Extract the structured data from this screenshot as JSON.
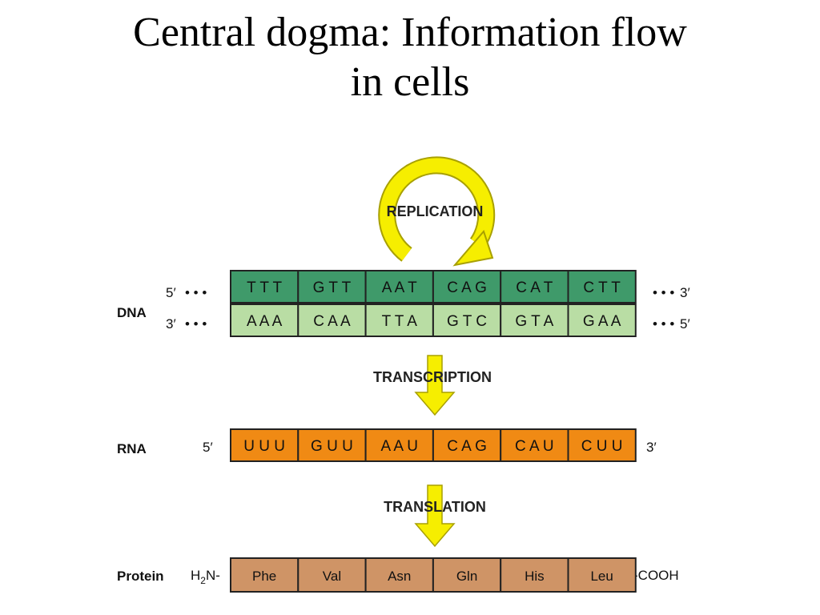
{
  "title": {
    "line1": "Central dogma: Information flow",
    "line2": "in cells"
  },
  "stages": {
    "replication": "REPLICATION",
    "transcription": "TRANSCRIPTION",
    "translation": "TRANSLATION"
  },
  "dna": {
    "label": "DNA",
    "top_strand": {
      "left_end": "5′",
      "right_end": "3′",
      "dots": "• • •",
      "codons": [
        "T T T",
        "G T T",
        "A A T",
        "C A G",
        "C A T",
        "C T T"
      ]
    },
    "bottom_strand": {
      "left_end": "3′",
      "right_end": "5′",
      "dots": "• • •",
      "codons": [
        "A A A",
        "C A A",
        "T T A",
        "G T C",
        "G T A",
        "G A A"
      ]
    }
  },
  "rna": {
    "label": "RNA",
    "left_end": "5′",
    "right_end": "3′",
    "codons": [
      "U U U",
      "G U U",
      "A A U",
      "C A G",
      "C A U",
      "C U U"
    ]
  },
  "protein": {
    "label": "Protein",
    "left_end": "H2N-",
    "right_end": "-COOH",
    "amino_acids": [
      "Phe",
      "Val",
      "Asn",
      "Gln",
      "His",
      "Leu"
    ]
  },
  "colors": {
    "dna_top": "#3f9a6a",
    "dna_bottom": "#b9dda4",
    "rna": "#f08a14",
    "protein": "#cf9466",
    "arrow": "#f6ee00",
    "arrow_stroke": "#a8a000"
  }
}
